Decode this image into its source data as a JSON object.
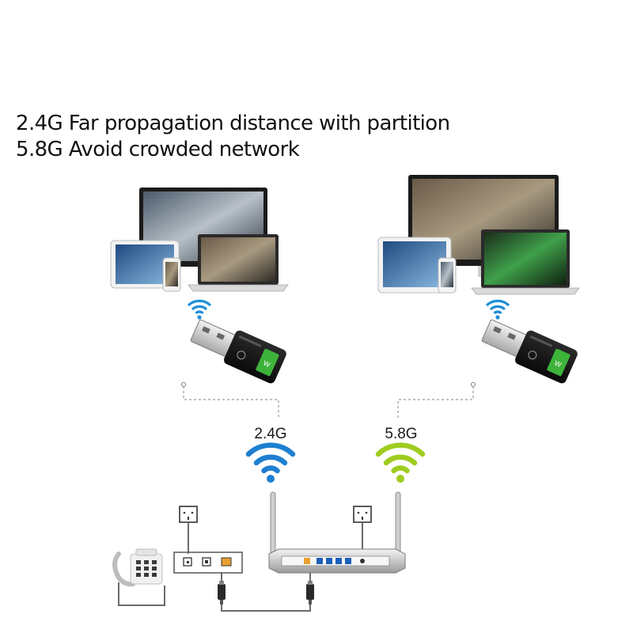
{
  "headline": {
    "line1": "2.4G Far propagation distance with partition",
    "line2": "5.8G Avoid crowded network"
  },
  "bands": [
    {
      "label": "2.4G",
      "color": "#1e7fd0"
    },
    {
      "label": "5.8G",
      "color": "#9fcc1f"
    }
  ],
  "small_wifi_color": "#1e8fd8",
  "icons": {
    "usb_adapter": "usb-wifi-dongle-icon",
    "router": "router-icon",
    "telephone": "telephone-icon",
    "power_socket": "power-socket-icon",
    "modem": "modem-icon"
  }
}
